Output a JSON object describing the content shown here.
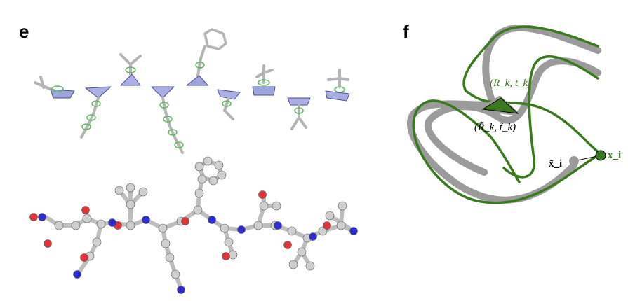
{
  "panels": {
    "e": {
      "label": "e"
    },
    "f": {
      "label": "f",
      "frame_label_true": "(R_k, t_k)",
      "frame_label_pred": "(R̃_k, t̃_k)",
      "point_pred": "x̃_i",
      "point_true": "x_i"
    }
  },
  "colors": {
    "backbone_true": "#3a7a1e",
    "backbone_pred": "#9b9b9b",
    "residue_triangle": "#aab0e6",
    "residue_triangle_edge": "#4a4e8a",
    "torsion_ring": "#5fba5f",
    "stick": "#bfbfbf",
    "atom_carbon": "#c6c6c6",
    "atom_oxygen": "#e0333a",
    "atom_nitrogen": "#2c2cd0"
  }
}
